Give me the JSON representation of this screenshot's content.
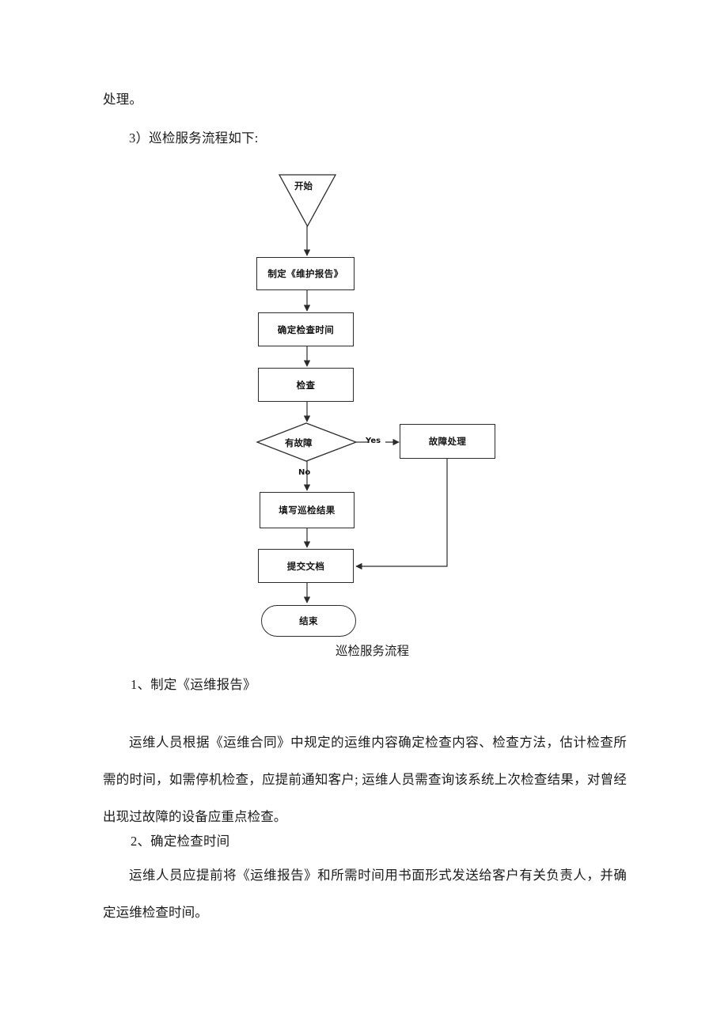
{
  "document": {
    "top_text": "处理。",
    "section_intro": "3）巡检服务流程如下:",
    "flow_caption": "巡检服务流程",
    "sections": [
      {
        "heading": "1、制定《运维报告》",
        "body": "运维人员根据《运维合同》中规定的运维内容确定检查内容、检查方法，估计检查所需的时间，如需停机检查，应提前通知客户; 运维人员需查询该系统上次检查结果，对曾经出现过故障的设备应重点检查。"
      },
      {
        "heading": "2、确定检查时间",
        "body": "运维人员应提前将《运维报告》和所需时间用书面形式发送给客户有关负责人，并确定运维检查时间。"
      }
    ]
  },
  "flowchart": {
    "type": "diagram",
    "orientation": "top-to-bottom",
    "nodes": [
      {
        "id": "start",
        "label": "开始",
        "shape": "triangle-down"
      },
      {
        "id": "report",
        "label": "制定《维护报告》",
        "shape": "rectangle"
      },
      {
        "id": "time",
        "label": "确定检查时间",
        "shape": "rectangle"
      },
      {
        "id": "inspect",
        "label": "检查",
        "shape": "rectangle"
      },
      {
        "id": "fault",
        "label": "有故障",
        "shape": "diamond"
      },
      {
        "id": "faulthandle",
        "label": "故障处理",
        "shape": "rectangle"
      },
      {
        "id": "fill",
        "label": "填写巡检结果",
        "shape": "rectangle"
      },
      {
        "id": "submit",
        "label": "提交文档",
        "shape": "rectangle"
      },
      {
        "id": "end",
        "label": "结束",
        "shape": "rounded-rectangle"
      }
    ],
    "edges": [
      {
        "from": "start",
        "to": "report",
        "label": ""
      },
      {
        "from": "report",
        "to": "time",
        "label": ""
      },
      {
        "from": "time",
        "to": "inspect",
        "label": ""
      },
      {
        "from": "inspect",
        "to": "fault",
        "label": ""
      },
      {
        "from": "fault",
        "to": "faulthandle",
        "label": "Yes"
      },
      {
        "from": "fault",
        "to": "fill",
        "label": "No"
      },
      {
        "from": "fill",
        "to": "submit",
        "label": ""
      },
      {
        "from": "faulthandle",
        "to": "submit",
        "label": ""
      },
      {
        "from": "submit",
        "to": "end",
        "label": ""
      }
    ],
    "edge_labels": {
      "yes": "Yes",
      "no": "No"
    },
    "colors": {
      "stroke": "#2b2b2b",
      "fill": "#ffffff",
      "text": "#141414"
    }
  }
}
